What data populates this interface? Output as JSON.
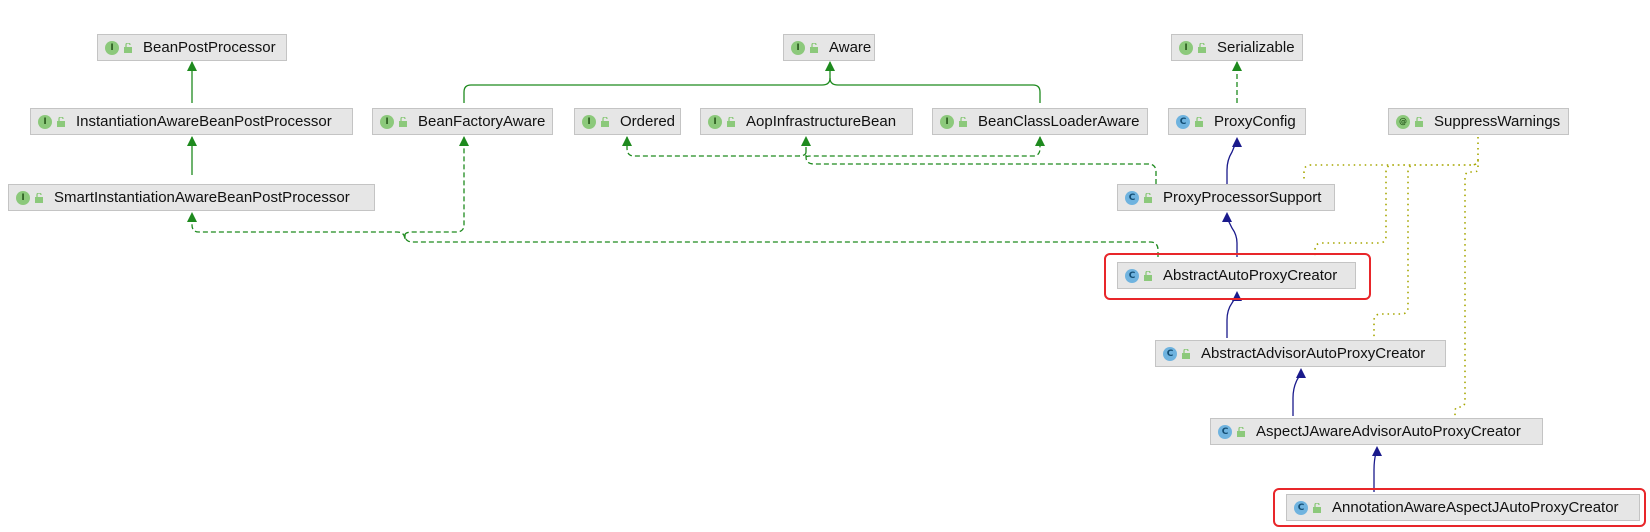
{
  "nodes": [
    {
      "id": "bpp",
      "label": "BeanPostProcessor",
      "kind": "interface",
      "badge": "I"
    },
    {
      "id": "aware",
      "label": "Aware",
      "kind": "interface",
      "badge": "I"
    },
    {
      "id": "serializable",
      "label": "Serializable",
      "kind": "interface",
      "badge": "I"
    },
    {
      "id": "iabpp",
      "label": "InstantiationAwareBeanPostProcessor",
      "kind": "interface",
      "badge": "I"
    },
    {
      "id": "bfa",
      "label": "BeanFactoryAware",
      "kind": "interface",
      "badge": "I"
    },
    {
      "id": "ordered",
      "label": "Ordered",
      "kind": "interface",
      "badge": "I"
    },
    {
      "id": "aib",
      "label": "AopInfrastructureBean",
      "kind": "interface",
      "badge": "I"
    },
    {
      "id": "bcla",
      "label": "BeanClassLoaderAware",
      "kind": "interface",
      "badge": "I"
    },
    {
      "id": "proxyconfig",
      "label": "ProxyConfig",
      "kind": "class",
      "badge": "C"
    },
    {
      "id": "suppress",
      "label": "SuppressWarnings",
      "kind": "annotation",
      "badge": "@"
    },
    {
      "id": "siabpp",
      "label": "SmartInstantiationAwareBeanPostProcessor",
      "kind": "interface",
      "badge": "I"
    },
    {
      "id": "pps",
      "label": "ProxyProcessorSupport",
      "kind": "class",
      "badge": "C"
    },
    {
      "id": "aapc",
      "label": "AbstractAutoProxyCreator",
      "kind": "abstract-class",
      "badge": "C"
    },
    {
      "id": "aaapc",
      "label": "AbstractAdvisorAutoProxyCreator",
      "kind": "abstract-class",
      "badge": "C"
    },
    {
      "id": "ajaapc",
      "label": "AspectJAwareAdvisorAutoProxyCreator",
      "kind": "class",
      "badge": "C"
    },
    {
      "id": "aaajapc",
      "label": "AnnotationAwareAspectJAutoProxyCreator",
      "kind": "class",
      "badge": "C"
    }
  ],
  "highlighted": [
    "aapc",
    "aaajapc"
  ],
  "colors": {
    "interface_extends": "#1e8a1e",
    "class_extends": "#1a1a8c",
    "annotation_link": "#a6a600",
    "highlight": "#e8262a",
    "node_bg": "#e6e6e6"
  }
}
